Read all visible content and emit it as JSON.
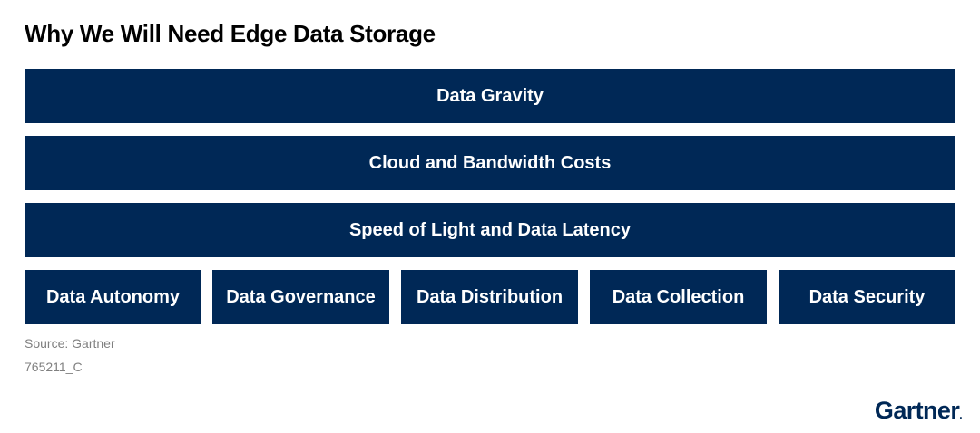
{
  "title": "Why We Will Need Edge Data Storage",
  "bars": [
    {
      "label": "Data Gravity"
    },
    {
      "label": "Cloud and Bandwidth Costs"
    },
    {
      "label": "Speed of Light and Data Latency"
    }
  ],
  "boxes": [
    {
      "label": "Data Autonomy"
    },
    {
      "label": "Data Governance"
    },
    {
      "label": "Data Distribution"
    },
    {
      "label": "Data Collection"
    },
    {
      "label": "Data Security"
    }
  ],
  "source": "Source: Gartner",
  "figure_id": "765211_C",
  "logo": {
    "text": "Gartner",
    "dot": "."
  },
  "colors": {
    "navy": "#002856",
    "text_white": "#ffffff",
    "source_gray": "#808080"
  }
}
